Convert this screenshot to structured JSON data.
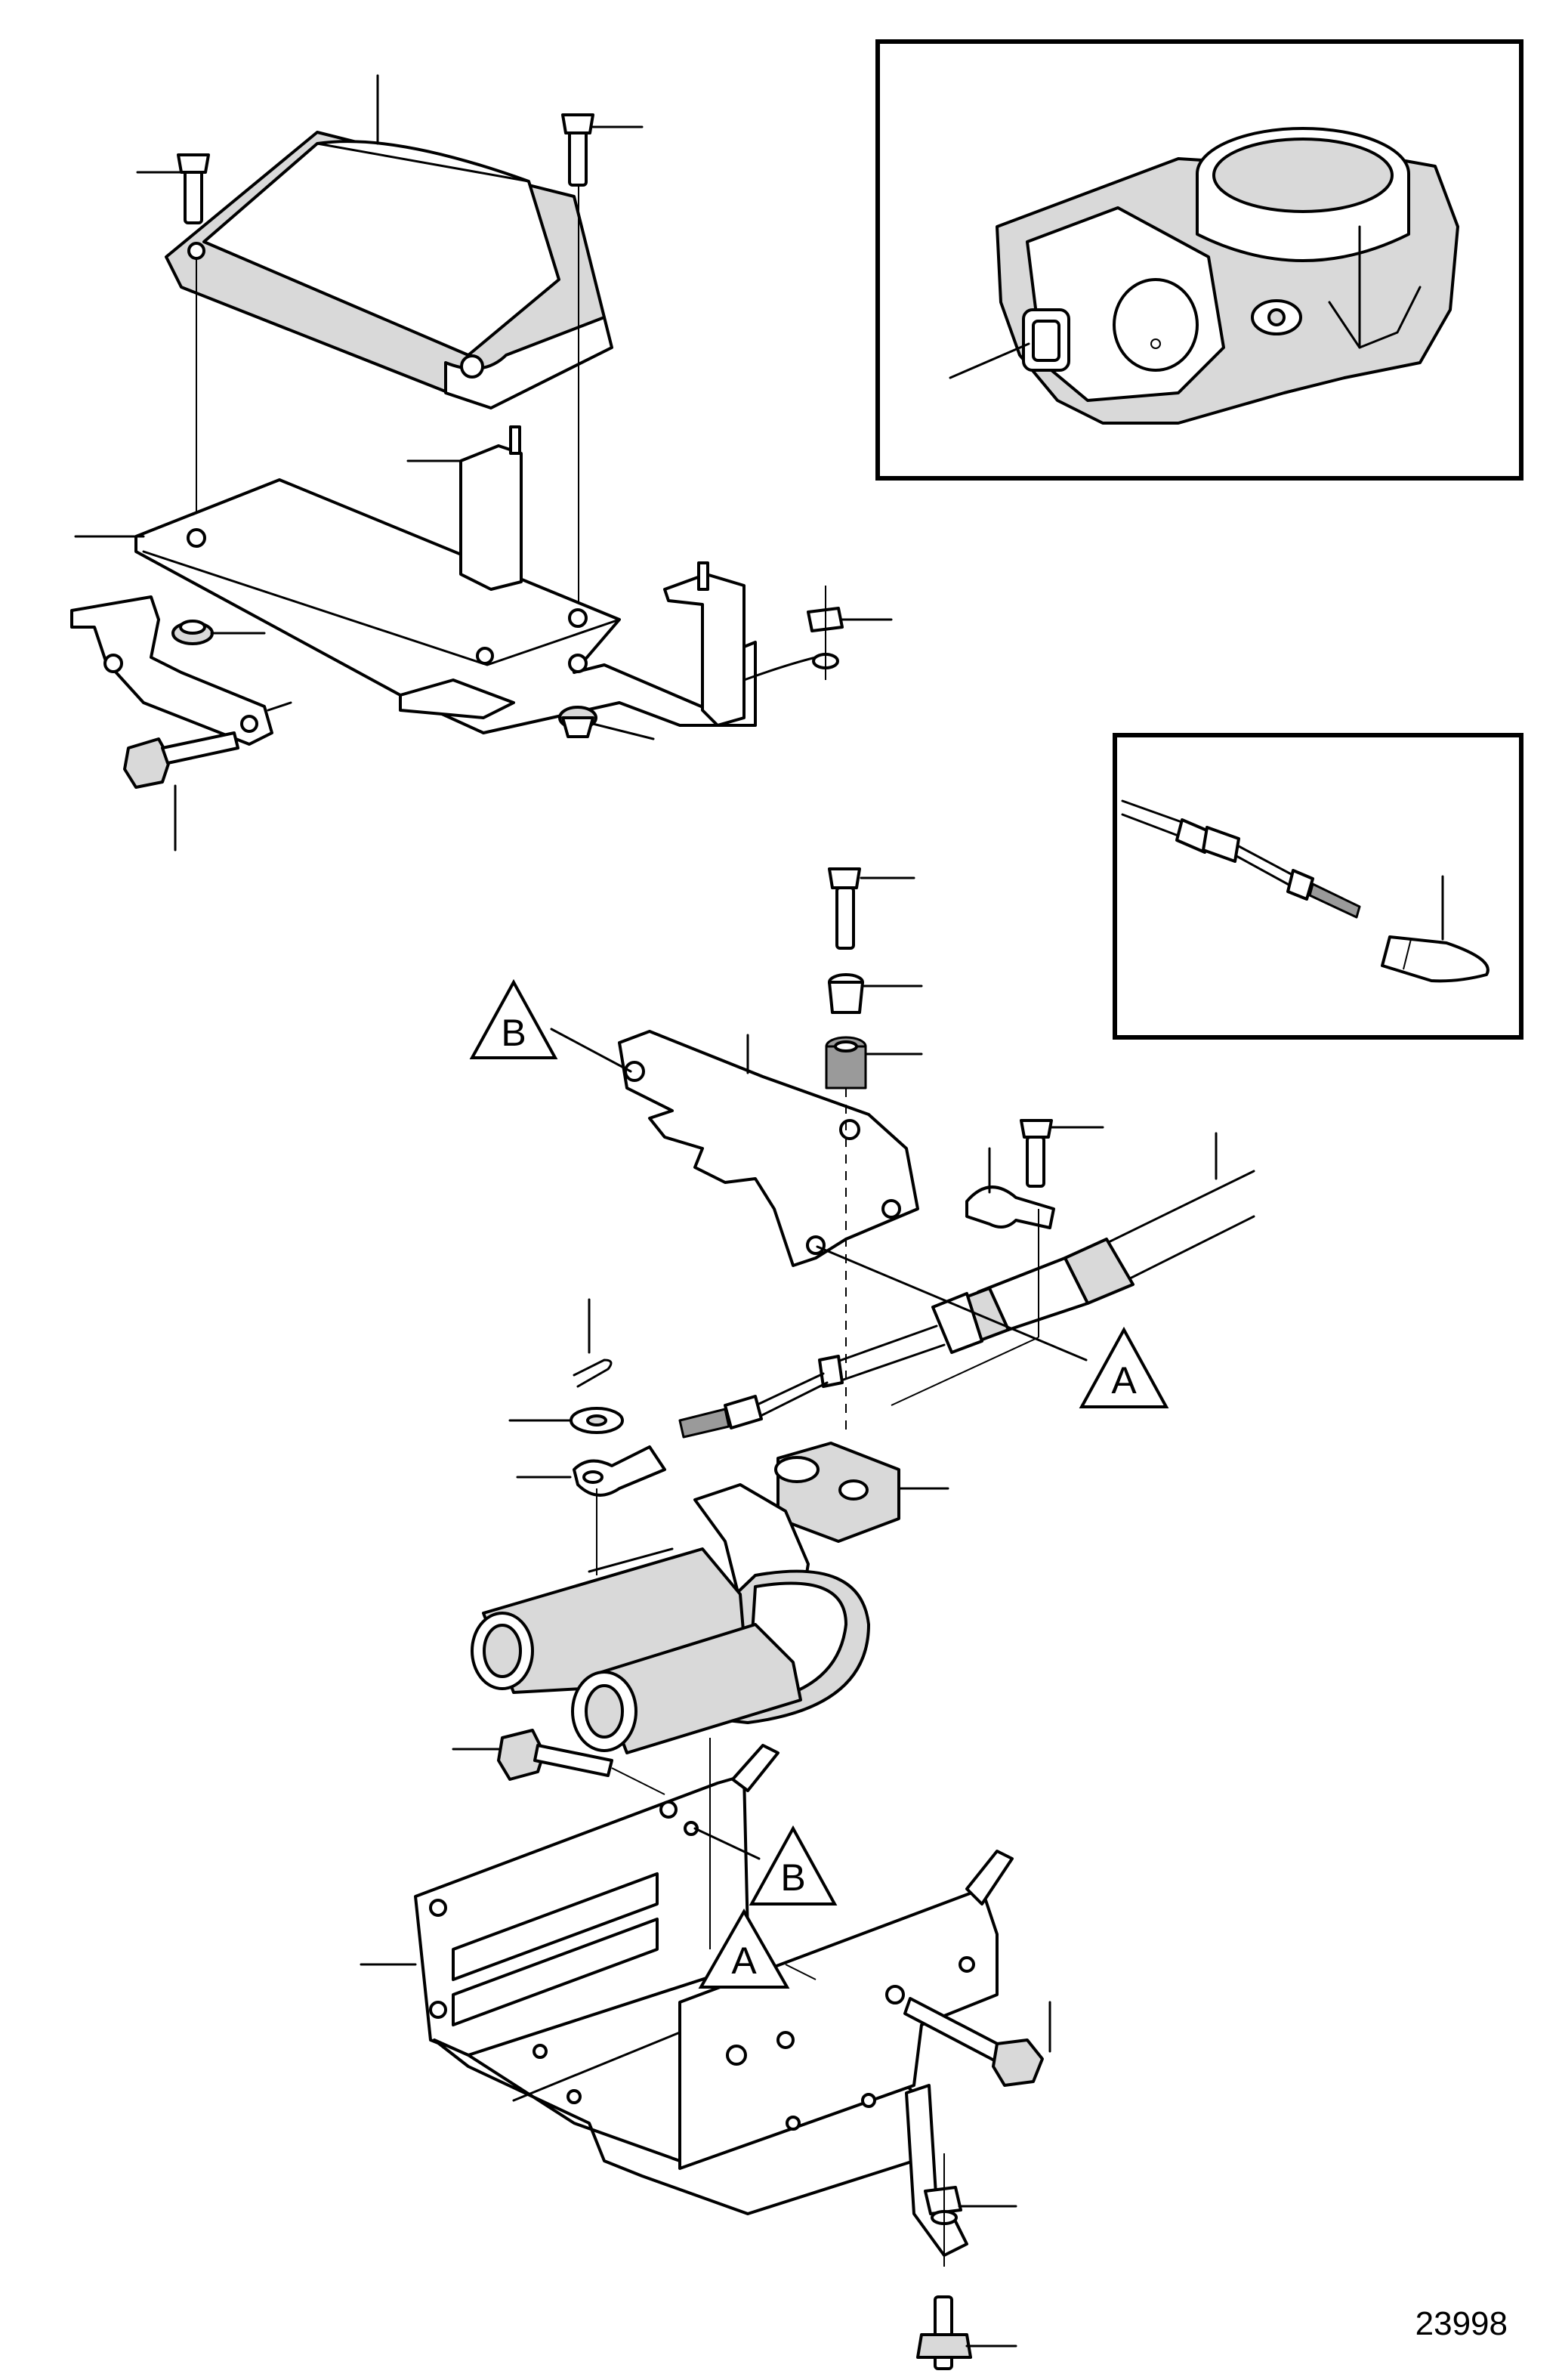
{
  "reference_markers": {
    "a": "A",
    "b": "B"
  },
  "figure_number": "23998"
}
